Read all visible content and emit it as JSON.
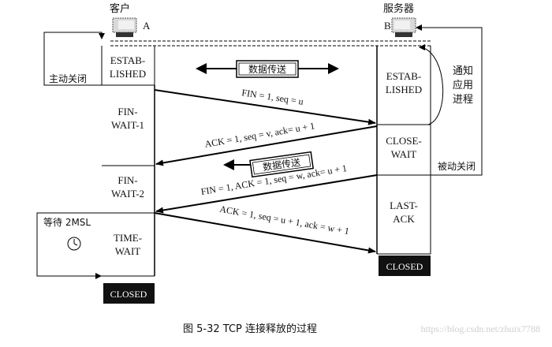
{
  "client": {
    "title": "客户",
    "host_label": "A"
  },
  "server": {
    "title": "服务器",
    "host_label": "B"
  },
  "client_states": {
    "established_1": "ESTAB-",
    "established_2": "LISHED",
    "fin_wait1_1": "FIN-",
    "fin_wait1_2": "WAIT-1",
    "fin_wait2_1": "FIN-",
    "fin_wait2_2": "WAIT-2",
    "time_wait_1": "TIME-",
    "time_wait_2": "WAIT",
    "closed": "CLOSED"
  },
  "server_states": {
    "established_1": "ESTAB-",
    "established_2": "LISHED",
    "close_wait_1": "CLOSE-",
    "close_wait_2": "WAIT",
    "last_ack_1": "LAST-",
    "last_ack_2": "ACK",
    "closed": "CLOSED"
  },
  "messages": {
    "fin1": "FIN = 1, seq = u",
    "ack1": "ACK = 1, seq = v, ack= u + 1",
    "fin2": "FIN = 1, ACK = 1, seq = w, ack= u + 1",
    "ack2": "ACK = 1, seq = u + 1, ack = w + 1"
  },
  "data_transfer_1": "数据传送",
  "data_transfer_2": "数据传送",
  "active_close": "主动关闭",
  "passive_close": "被动关闭",
  "notify_app_1": "通知",
  "notify_app_2": "应用",
  "notify_app_3": "进程",
  "wait_2msl": "等待 2MSL",
  "caption": "图 5-32    TCP 连接释放的过程",
  "watermark": "https://blog.csdn.net/zhuix7788",
  "icons": [
    "computer-icon",
    "clock-icon"
  ]
}
